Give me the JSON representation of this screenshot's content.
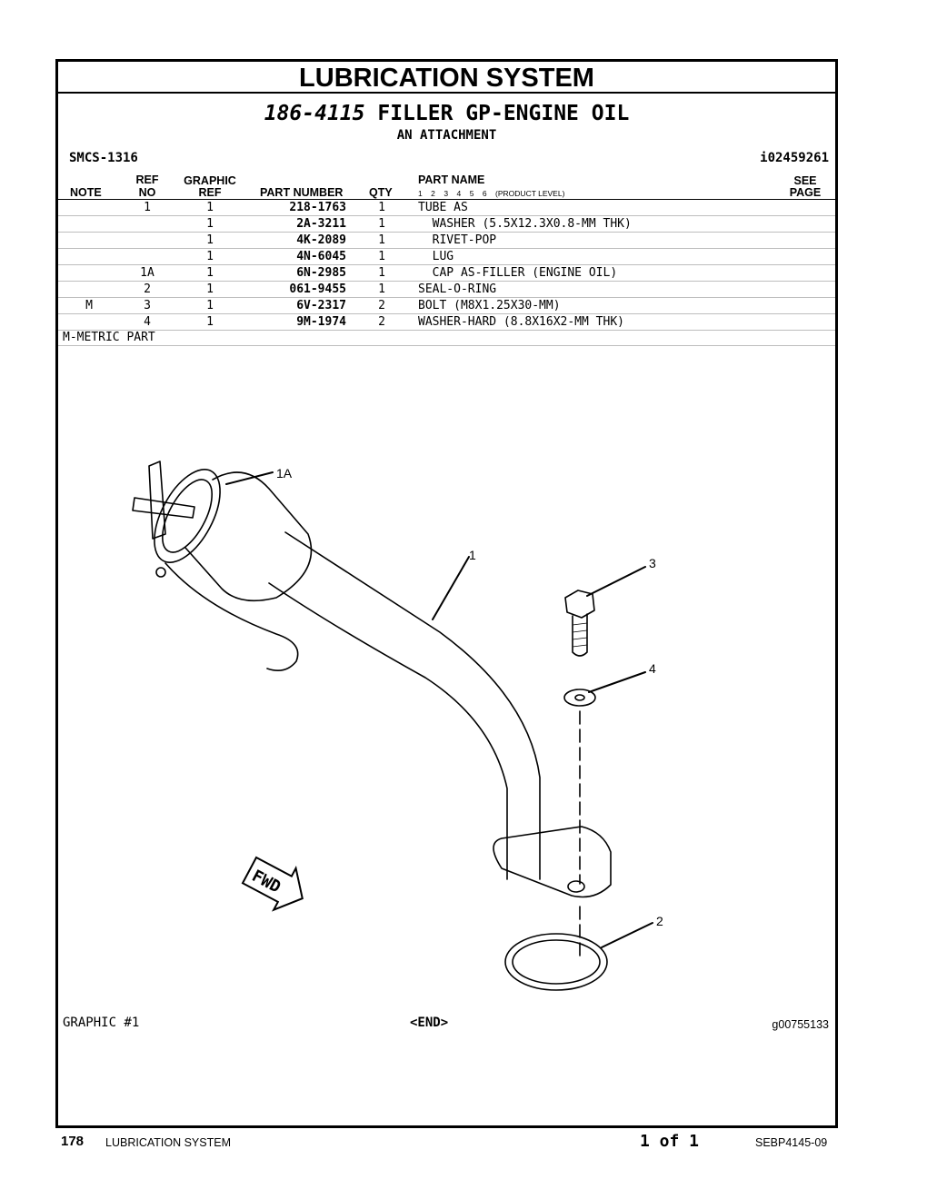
{
  "page": {
    "section_title": "LUBRICATION SYSTEM",
    "group_number": "186-4115",
    "group_name": "FILLER GP-ENGINE OIL",
    "subtitle": "AN ATTACHMENT",
    "smcs": "SMCS-1316",
    "info_id": "i02459261"
  },
  "table": {
    "headers": {
      "note": "NOTE",
      "ref_top": "REF",
      "ref_bottom": "NO",
      "graphic_top": "GRAPHIC",
      "graphic_bottom": "REF",
      "part_number": "PART NUMBER",
      "qty": "QTY",
      "part_name": "PART NAME",
      "levels": "1    2    3    4    5    6    (PRODUCT LEVEL)",
      "see_top": "SEE",
      "see_bottom": "PAGE"
    },
    "rows": [
      {
        "note": "",
        "ref": "1",
        "graphic": "1",
        "part_number": "218-1763",
        "qty": "1",
        "name": "TUBE AS"
      },
      {
        "note": "",
        "ref": "",
        "graphic": "1",
        "part_number": "2A-3211",
        "qty": "1",
        "name": "  WASHER (5.5X12.3X0.8-MM THK)"
      },
      {
        "note": "",
        "ref": "",
        "graphic": "1",
        "part_number": "4K-2089",
        "qty": "1",
        "name": "  RIVET-POP"
      },
      {
        "note": "",
        "ref": "",
        "graphic": "1",
        "part_number": "4N-6045",
        "qty": "1",
        "name": "  LUG"
      },
      {
        "note": "",
        "ref": "1A",
        "graphic": "1",
        "part_number": "6N-2985",
        "qty": "1",
        "name": "  CAP AS-FILLER (ENGINE OIL)"
      },
      {
        "note": "",
        "ref": "2",
        "graphic": "1",
        "part_number": "061-9455",
        "qty": "1",
        "name": "SEAL-O-RING"
      },
      {
        "note": "M",
        "ref": "3",
        "graphic": "1",
        "part_number": "6V-2317",
        "qty": "2",
        "name": "BOLT (M8X1.25X30-MM)"
      },
      {
        "note": "",
        "ref": "4",
        "graphic": "1",
        "part_number": "9M-1974",
        "qty": "2",
        "name": "WASHER-HARD (8.8X16X2-MM THK)"
      }
    ],
    "footnote": "M-METRIC PART"
  },
  "diagram": {
    "callouts": {
      "c1a": "1A",
      "c1": "1",
      "c2": "2",
      "c3": "3",
      "c4": "4"
    },
    "fwd_label": "FWD",
    "graphic_label": "GRAPHIC #1",
    "end_label": "<END>",
    "graphic_number": "g00755133"
  },
  "footer": {
    "page_number": "178",
    "section": "LUBRICATION SYSTEM",
    "page_of": "1 of 1",
    "doc_number": "SEBP4145-09"
  }
}
